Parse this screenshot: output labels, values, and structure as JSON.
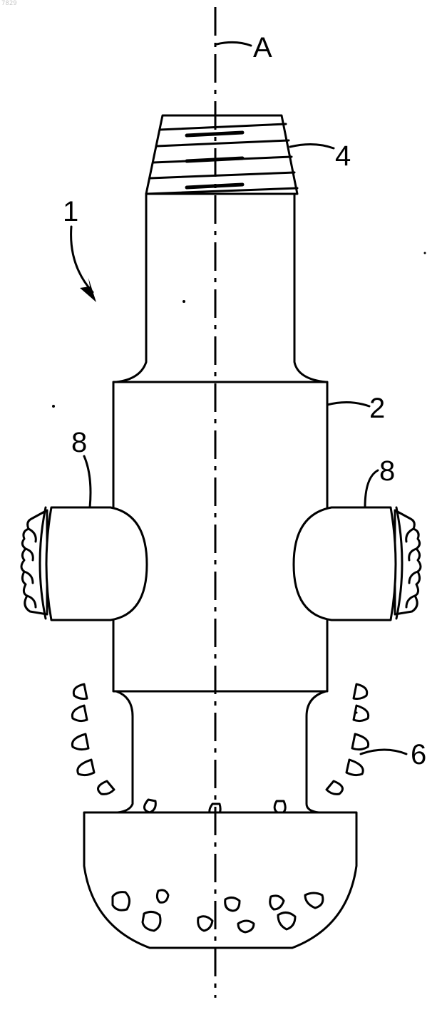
{
  "corner_mark": "7829",
  "labels": {
    "axis": "A",
    "thread": "4",
    "tool": "1",
    "body": "2",
    "cutter_left": "8",
    "cutter_right": "8",
    "pilot_bit": "6"
  }
}
